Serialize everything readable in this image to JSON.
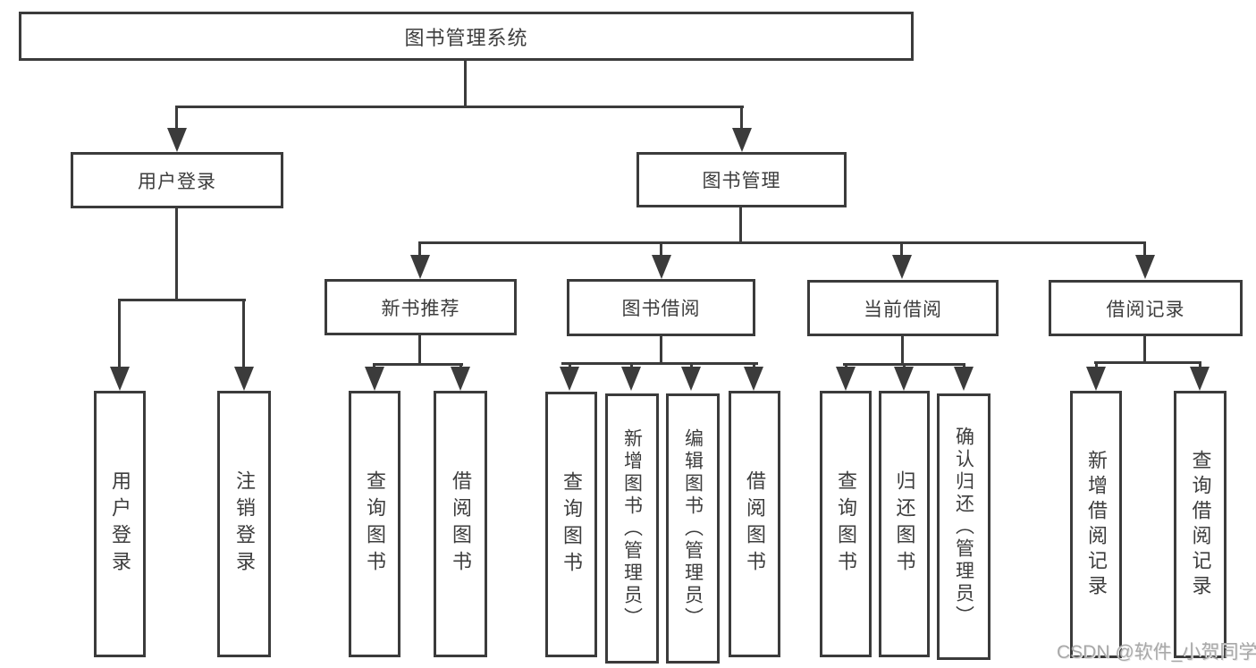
{
  "chart": {
    "root": "图书管理系统",
    "login_branch": {
      "label": "用户登录",
      "children": [
        "用户登录",
        "注销登录"
      ]
    },
    "mgmt_branch": {
      "label": "图书管理",
      "groups": [
        {
          "label": "新书推荐",
          "children": [
            "查询图书",
            "借阅图书"
          ]
        },
        {
          "label": "图书借阅",
          "children": [
            "查询图书",
            "新增图书（管理员）",
            "编辑图书（管理员）",
            "借阅图书"
          ]
        },
        {
          "label": "当前借阅",
          "children": [
            "查询图书",
            "归还图书",
            "确认归还（管理员）"
          ]
        },
        {
          "label": "借阅记录",
          "children": [
            "新增借阅记录",
            "查询借阅记录"
          ]
        }
      ]
    }
  },
  "colors": {
    "line": "#3b3b3b",
    "text": "#3d3d3d",
    "watermark_text": "#a8a8a8",
    "background": "#ffffff"
  },
  "watermark": "CSDN @软件_小贺同学"
}
